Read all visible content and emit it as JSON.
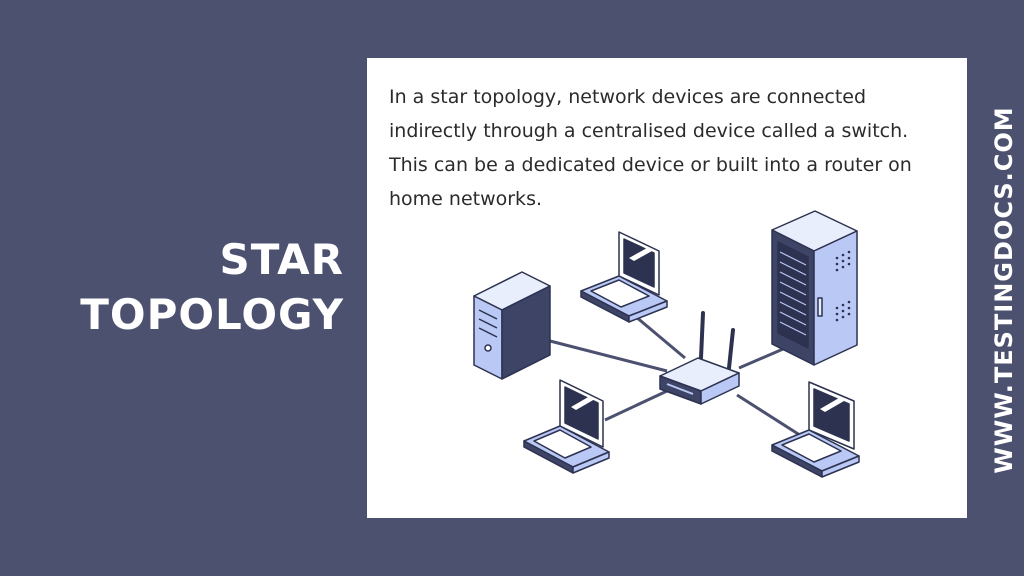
{
  "slide": {
    "title_line1": "STAR",
    "title_line2": "TOPOLOGY",
    "description": "In a star topology, network devices are connected indirectly through a centralised device called a switch. This can be a dedicated device or built into a router on home networks.",
    "website": "WWW.TESTINGDOCS.COM"
  },
  "diagram": {
    "hub": "router-switch",
    "nodes": [
      "desktop-tower",
      "laptop-top",
      "server-rack",
      "laptop-bottom-left",
      "laptop-bottom-right"
    ]
  },
  "colors": {
    "background": "#4d5170",
    "panel": "#ffffff",
    "device_light": "#b9c8f5",
    "device_dark": "#3d4466",
    "outline": "#2d3250",
    "cable": "#4d5170"
  }
}
